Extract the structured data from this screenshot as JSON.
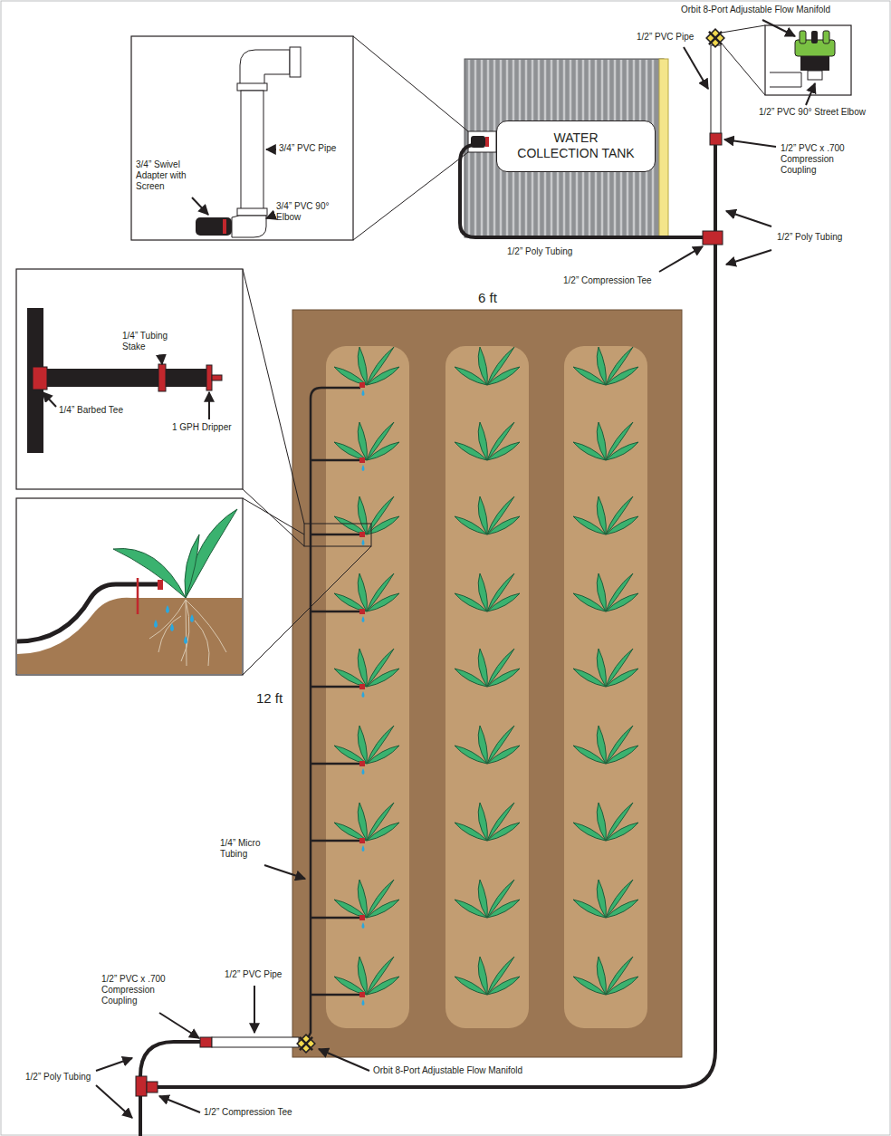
{
  "diagram": {
    "nodes": [
      {
        "text": [
          "WATER COLLECTION TANK"
        ]
      }
    ],
    "labels": [
      "Orbit 8-Port Adjustable Flow Manifold",
      "3/4” PVC Pipe",
      "3/4” Swivel Adapter with Screen",
      "3/4” PVC 90° Elbow",
      "1/2” PVC Pipe",
      "1/2” PVC 90° Street Elbow",
      "1/2” PVC x .700 Compression Coupling",
      "1/2” Poly Tubing",
      "1/2” Poly Tubing",
      "1/2” Compression Tee",
      "6 ft",
      "1/4” Tubing Stake",
      "1/4” Barbed Tee",
      "1 GPH Dripper",
      "12 ft",
      "1/4” Micro Tubing",
      "1/2” PVC x .700 Compression Coupling",
      "1/2” PVC Pipe",
      "Orbit 8-Port Adjustable Flow Manifold",
      "1/2” Poly Tubing",
      "1/2” Compression Tee"
    ]
  }
}
